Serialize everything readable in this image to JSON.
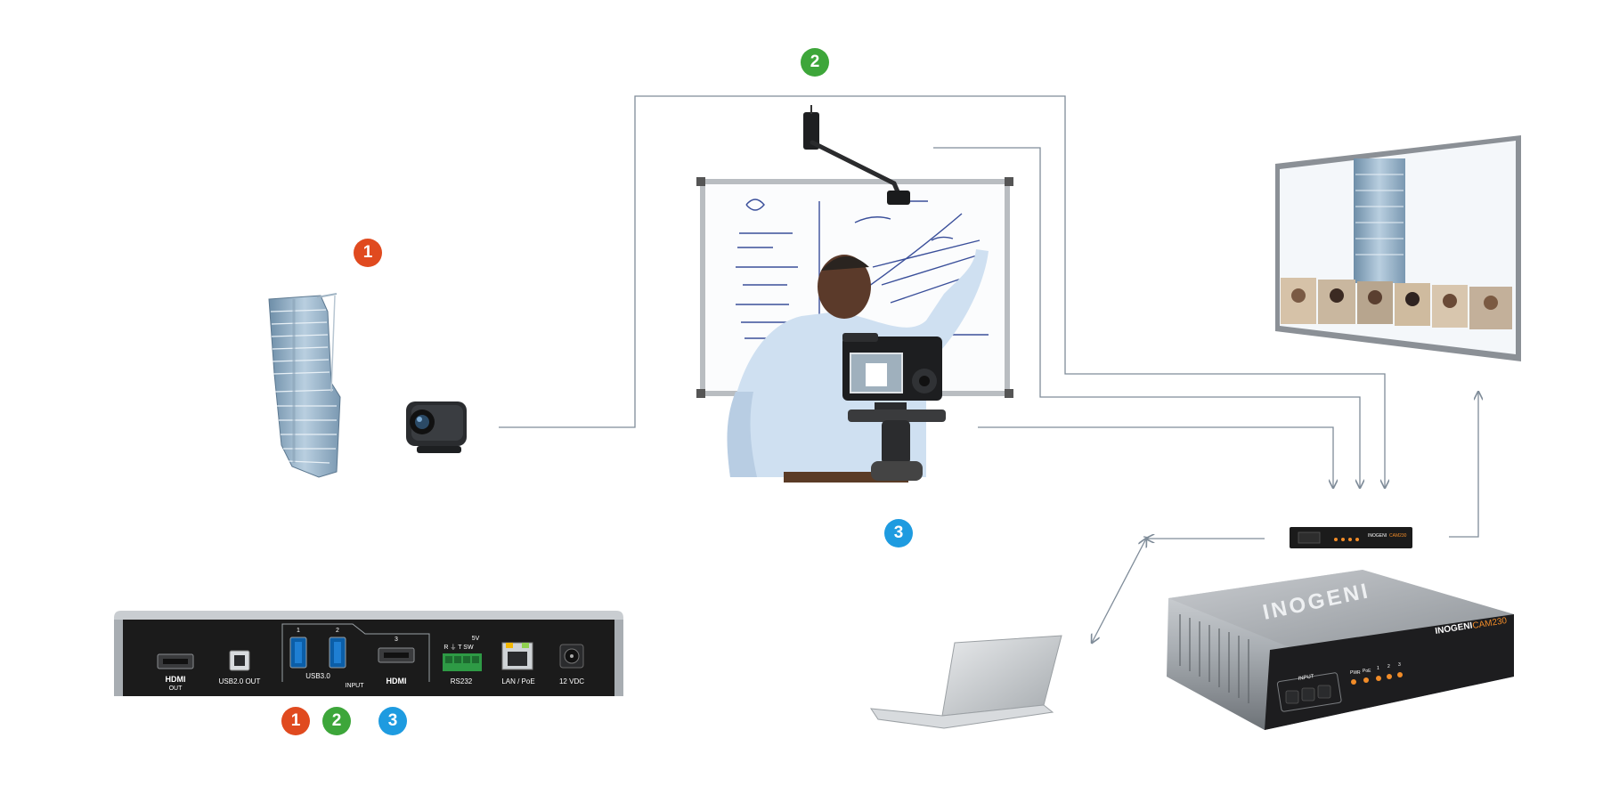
{
  "colors": {
    "badge1": "#E04A1F",
    "badge2": "#3DA63A",
    "badge3": "#1E9BE0",
    "line": "#7f8c99",
    "device": "#1b1b1b",
    "accent": "#f28c28"
  },
  "badges": {
    "b1": "1",
    "b2": "2",
    "b3": "3"
  },
  "rear_panel": {
    "hdmi_out_logo": "HDMI",
    "hdmi_out_sub": "OUT",
    "usb2_label": "USB2.0 OUT",
    "usb3_label": "USB3.0",
    "input_label": "INPUT",
    "port1": "1",
    "port2": "2",
    "port3": "3",
    "hdmi_in_logo": "HDMI",
    "rs232_pins": "R ⏚ T SW",
    "rs232_5v": "5V",
    "rs232_label": "RS232",
    "lan_label": "LAN / PoE",
    "dc_label": "12 VDC"
  },
  "device_front": {
    "brand": "INOGENI",
    "model": "CAM230",
    "input_label": "INPUT",
    "pwr": "PWR",
    "poe": "PoE",
    "led1": "1",
    "led2": "2",
    "led3": "3"
  },
  "small_device": {
    "brand": "INOGENI",
    "model": "CAM230"
  },
  "icons": [
    "architecture-model-image",
    "usb-camera-icon",
    "document-camera-icon",
    "whiteboard-image",
    "presenter-image",
    "dslr-camera-icon",
    "display-screen-icon",
    "laptop-icon",
    "capture-device-icon"
  ]
}
